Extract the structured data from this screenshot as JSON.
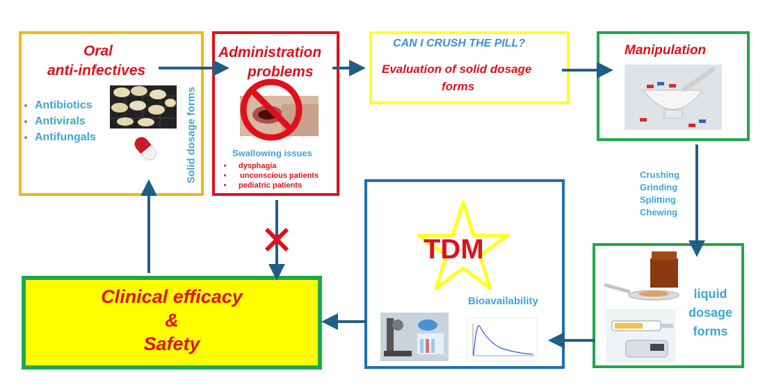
{
  "oral": {
    "title_line1": "Oral",
    "title_line2": "anti-infectives",
    "items": [
      "Antibiotics",
      "Antivirals",
      "Antifungals"
    ],
    "vertical_label": "Solid dosage forms"
  },
  "admin": {
    "title_line1": "Administration",
    "title_line2": "problems",
    "swallowing": "Swallowing issues",
    "issues": [
      "dysphagia",
      "unconscious patients",
      "pediatric patients"
    ]
  },
  "crush": {
    "question": "CAN I CRUSH THE PILL?",
    "eval_line1": "Evaluation of solid dosage",
    "eval_line2": "forms"
  },
  "manip": {
    "title": "Manipulation",
    "methods": [
      "Crushing",
      "Grinding",
      "Splitting",
      "Chewing"
    ]
  },
  "liquid": {
    "line1": "liquid",
    "line2": "dosage",
    "line3": "forms"
  },
  "tdm": {
    "label": "TDM",
    "bioavailability": "Bioavailability"
  },
  "clinical": {
    "line1": "Clinical efficacy",
    "line2": "&",
    "line3": "Safety"
  },
  "colors": {
    "orange": "#f5b51a",
    "red": "#e0101a",
    "yellow": "#ffff22",
    "green": "#1fa84a",
    "blue": "#1f6fb3",
    "arrow": "#1f5f86",
    "text_red": "#e0101a",
    "text_blue": "#3ea6d6"
  }
}
